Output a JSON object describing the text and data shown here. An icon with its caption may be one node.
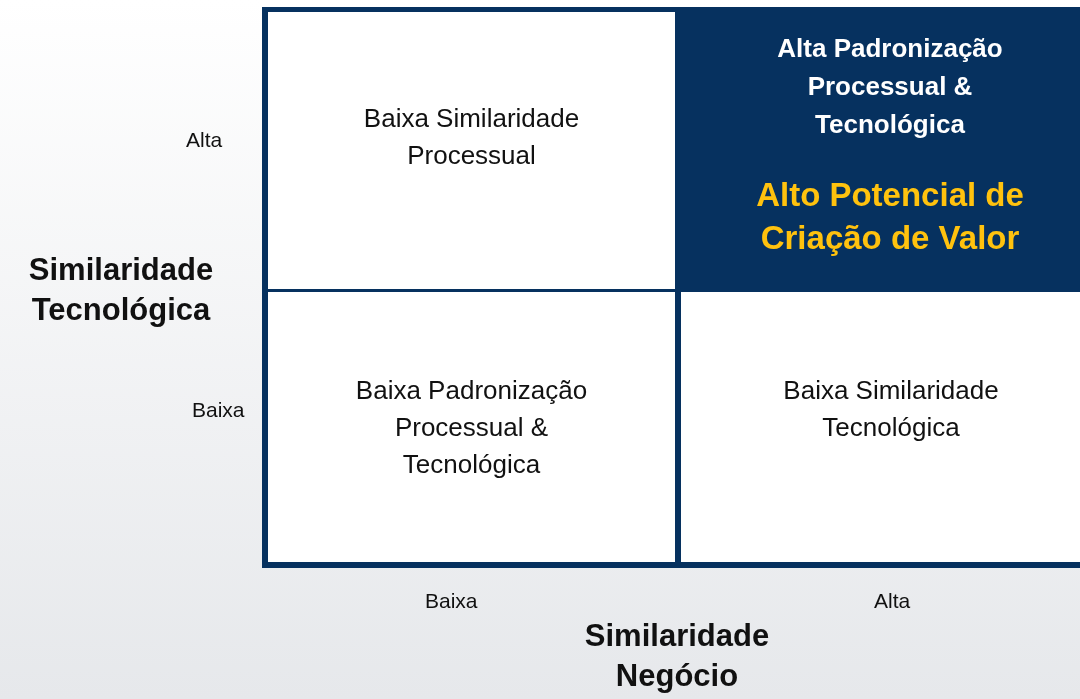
{
  "diagram": {
    "nodes": [
      {
        "text": [
          "Baixa Similaridade Processual"
        ]
      },
      {
        "text": [
          "Alta Padronização Processual & Tecnológica",
          "Alto Potencial de Criação de Valor"
        ]
      },
      {
        "text": [
          "Baixa Padronização Processual & Tecnológica"
        ]
      },
      {
        "text": [
          "Baixa Similaridade Tecnológica"
        ]
      }
    ],
    "labels": [
      "Alta",
      "Similaridade Tecnológica",
      "Baixa",
      "Baixa",
      "Alta",
      "Similaridade Negócio"
    ]
  }
}
